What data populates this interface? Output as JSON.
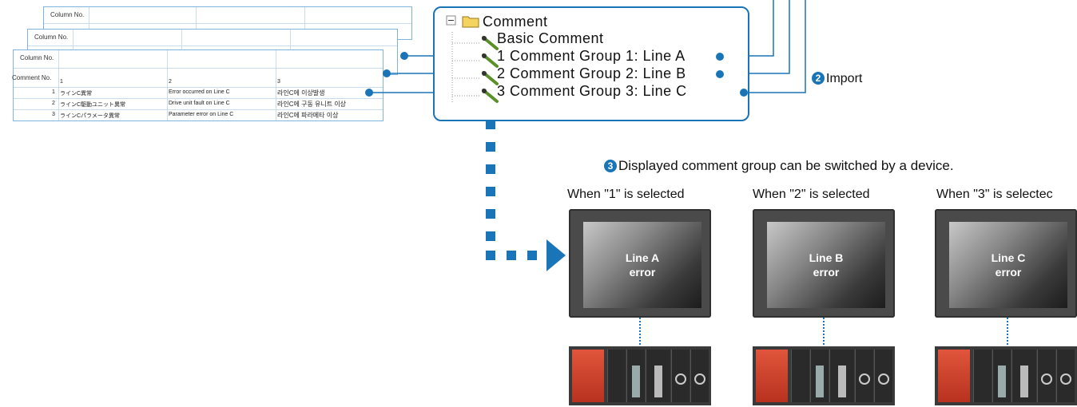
{
  "sheets": {
    "column_label": "Column No.",
    "comment_label": "Comment No.",
    "col_numbers": [
      "1",
      "2",
      "3"
    ],
    "rows": [
      {
        "no": "1",
        "jp": "ラインC異常",
        "en": "Error occurred on Line C",
        "kr": "라인C에 이상발생"
      },
      {
        "no": "2",
        "jp": "ラインC駆動ユニット異常",
        "en": "Drive unit fault on Line C",
        "kr": "라인C에 구동 유니트 이상"
      },
      {
        "no": "3",
        "jp": "ラインCパラメータ異常",
        "en": "Parameter error on Line C",
        "kr": "라인C에 파라메타 이상"
      }
    ]
  },
  "tree": {
    "root": "Comment",
    "items": [
      "Basic Comment",
      "1 Comment Group 1: Line A",
      "2 Comment Group 2: Line B",
      "3 Comment Group 3: Line C"
    ]
  },
  "import_label": "Import",
  "import_number": "2",
  "switch_number": "3",
  "switch_label": "Displayed comment group can be switched by a device.",
  "panels": [
    {
      "caption": "When \"1\" is selected",
      "screen": "Line A\nerror"
    },
    {
      "caption": "When \"2\" is selected",
      "screen": "Line B\nerror"
    },
    {
      "caption": "When \"3\" is selectec",
      "screen": "Line C\nerror"
    }
  ],
  "colors": {
    "accent": "#1a74b8"
  }
}
